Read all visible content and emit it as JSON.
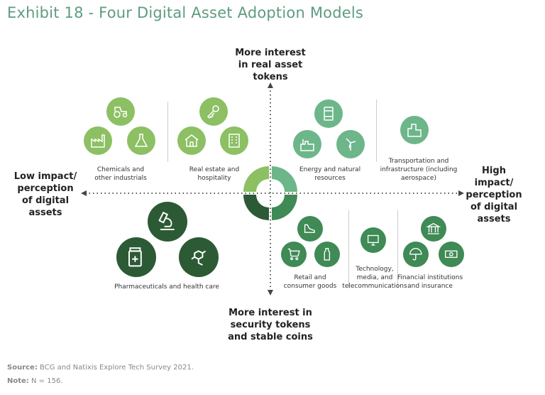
{
  "title": "Exhibit 18 - Four Digital Asset Adoption Models",
  "axes": {
    "top": [
      "More interest",
      "in real asset",
      "tokens"
    ],
    "bottom": [
      "More interest in",
      "security tokens",
      "and stable coins"
    ],
    "left": [
      "Low impact/",
      "perception",
      "of digital",
      "assets"
    ],
    "right": [
      "High",
      "impact/",
      "perception",
      "of digital",
      "assets"
    ]
  },
  "groups": [
    {
      "label": [
        "Chemicals and",
        "other industrials"
      ],
      "icons": [
        "tractor-icon",
        "factory-icon",
        "flask-icon"
      ]
    },
    {
      "label": [
        "Real estate and",
        "hospitality"
      ],
      "icons": [
        "key-icon",
        "house-icon",
        "building-icon"
      ]
    },
    {
      "label": [
        "Energy and natural",
        "resources"
      ],
      "icons": [
        "oil-barrel-icon",
        "power-plant-icon",
        "wind-turbine-icon"
      ]
    },
    {
      "label": [
        "Transportation and",
        "infrastructure (including",
        "aerospace)"
      ],
      "icons": [
        "city-icon"
      ]
    },
    {
      "label": [
        "Pharmaceuticals and health care"
      ],
      "icons": [
        "microscope-icon",
        "pill-bottle-icon",
        "molecule-icon"
      ]
    },
    {
      "label": [
        "Retail and",
        "consumer goods"
      ],
      "icons": [
        "shoe-icon",
        "cart-icon",
        "bottle-icon"
      ]
    },
    {
      "label": [
        "Technology,",
        "media, and",
        "telecommunications"
      ],
      "icons": [
        "devices-icon"
      ]
    },
    {
      "label": [
        "Financial institutions",
        "and insurance"
      ],
      "icons": [
        "bank-icon",
        "umbrella-icon",
        "money-icon"
      ]
    }
  ],
  "colors": {
    "q1": "#8cc063",
    "q2": "#6db68a",
    "q3": "#2c5a35",
    "q4": "#3f8a55",
    "title": "#5e9c80"
  },
  "footer": {
    "source_label": "Source:",
    "source": "BCG and Natixis Explore Tech Survey 2021.",
    "note_label": "Note:",
    "note": "N = 156."
  }
}
